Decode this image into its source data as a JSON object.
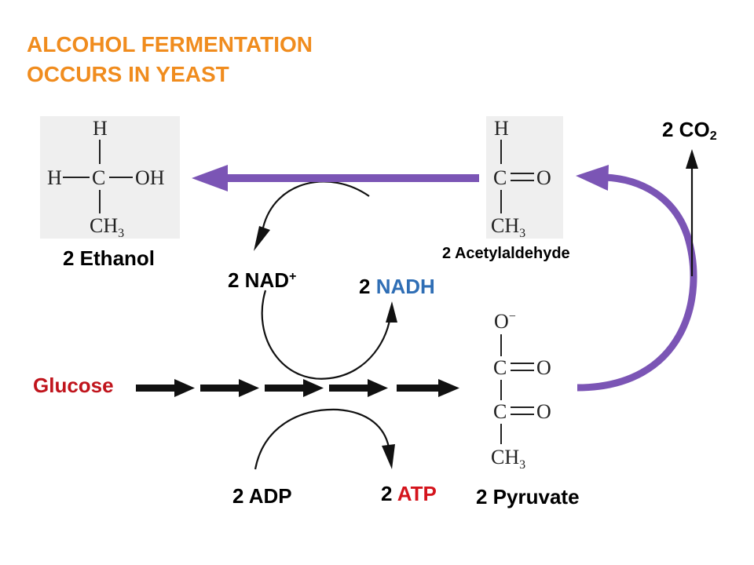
{
  "title": {
    "line1": "ALCOHOL FERMENTATION",
    "line2": "OCCURS IN YEAST"
  },
  "labels": {
    "glucose": "Glucose",
    "ethanol": "2 Ethanol",
    "acetylaldehyde": "2 Acetylaldehyde",
    "pyruvate": "2 Pyruvate",
    "nad_prefix": "2 NAD",
    "nad_charge": "+",
    "nadh_prefix": "2 ",
    "nadh": "NADH",
    "adp": "2 ADP",
    "atp_prefix": "2 ",
    "atp": "ATP",
    "co2_prefix": "2 CO",
    "co2_sub": "2"
  },
  "molecules": {
    "ethanol": {
      "top_h": "H",
      "left_h": "H",
      "carbon": "C",
      "oh": "OH",
      "ch": "CH",
      "ch_sub": "3"
    },
    "acetylaldehyde": {
      "top_h": "H",
      "carbon": "C",
      "oxygen": "O",
      "ch": "CH",
      "ch_sub": "3"
    },
    "pyruvate": {
      "oxide": "O",
      "charge": "−",
      "carbon1": "C",
      "oxygen1": "O",
      "carbon2": "C",
      "oxygen2": "O",
      "ch": "CH",
      "ch_sub": "3"
    }
  },
  "colors": {
    "title": "#f08c1e",
    "glucose": "#c0141c",
    "nadh": "#2f6eb5",
    "atp": "#d4141c",
    "purple_arrow": "#7b55b5",
    "molecule_box": "#efefef"
  }
}
